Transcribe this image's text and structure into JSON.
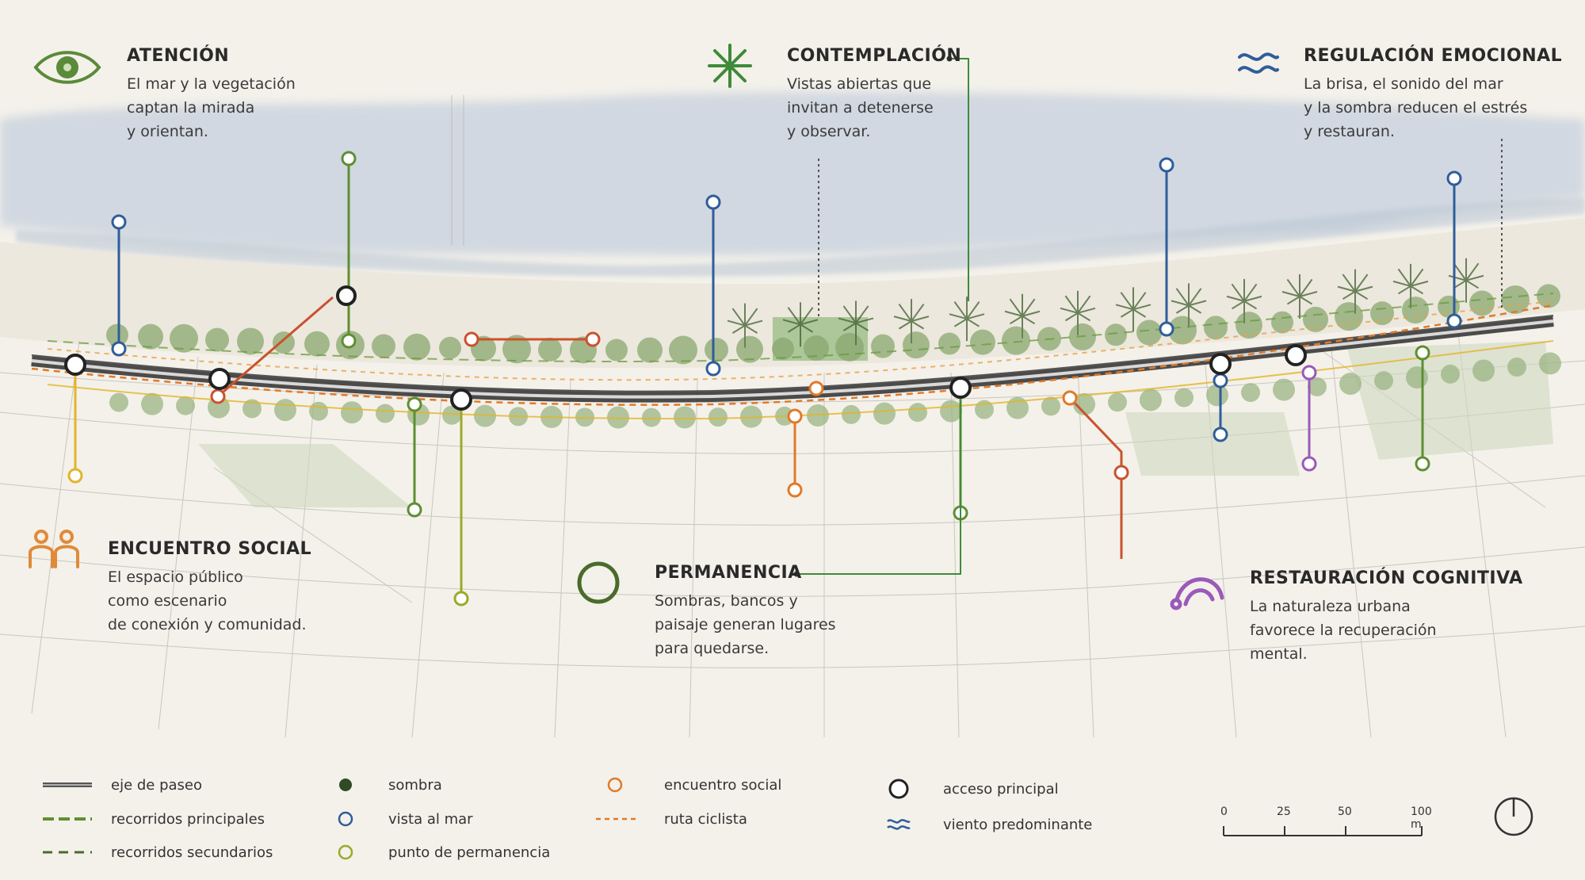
{
  "annotations": {
    "atencion": {
      "title": "ATENCIÓN",
      "body": "El mar y la vegetación\ncaptan la mirada\ny orientan.",
      "icon": "eye-icon",
      "color": "#5a8a3a"
    },
    "contemplacion": {
      "title": "CONTEMPLACIÓN",
      "body": "Vistas abiertas que\ninvitan a detenerse\ny observar.",
      "icon": "asterisk-icon",
      "color": "#3f8a3a"
    },
    "regulacion": {
      "title": "REGULACIÓN EMOCIONAL",
      "body": "La brisa, el sonido del mar\ny la sombra reducen el estrés\ny restauran.",
      "icon": "wave-icon",
      "color": "#2f5d9a"
    },
    "encuentro": {
      "title": "ENCUENTRO SOCIAL",
      "body": "El espacio público\ncomo escenario\nde conexión y comunidad.",
      "icon": "people-icon",
      "color": "#e08a3a"
    },
    "permanencia": {
      "title": "PERMANENCIA",
      "body": "Sombras, bancos y\npaisaje generan lugares\npara quedarse.",
      "icon": "circle-icon",
      "color": "#4a6b2a"
    },
    "restauracion": {
      "title": "RESTAURACIÓN COGNITIVA",
      "body": "La naturaleza urbana\nfavorece la recuperación\nmental.",
      "icon": "arc-icon",
      "color": "#9a5ab8"
    }
  },
  "legend": {
    "eje": "eje de paseo",
    "principales": "recorridos principales",
    "secundarios": "recorridos secundarios",
    "sombra": "sombra",
    "vista": "vista al mar",
    "permanencia": "punto de permanencia",
    "encuentro": "encuentro social",
    "ciclista": "ruta ciclista",
    "acceso": "acceso principal",
    "viento": "viento predominante"
  },
  "scale": {
    "labels": [
      "0",
      "25",
      "50",
      "100 m"
    ]
  },
  "colors": {
    "background": "#f4f1ea",
    "sea": "#c9d3e0",
    "promenade": "#555555",
    "green": "#5d8f33",
    "blue": "#2f5d9a",
    "orange": "#e07a2a",
    "red": "#c9522e",
    "yellow": "#e2b52a",
    "olive": "#9aaa2a",
    "purple": "#9a5ab8",
    "tree": "#7a9a5a"
  }
}
